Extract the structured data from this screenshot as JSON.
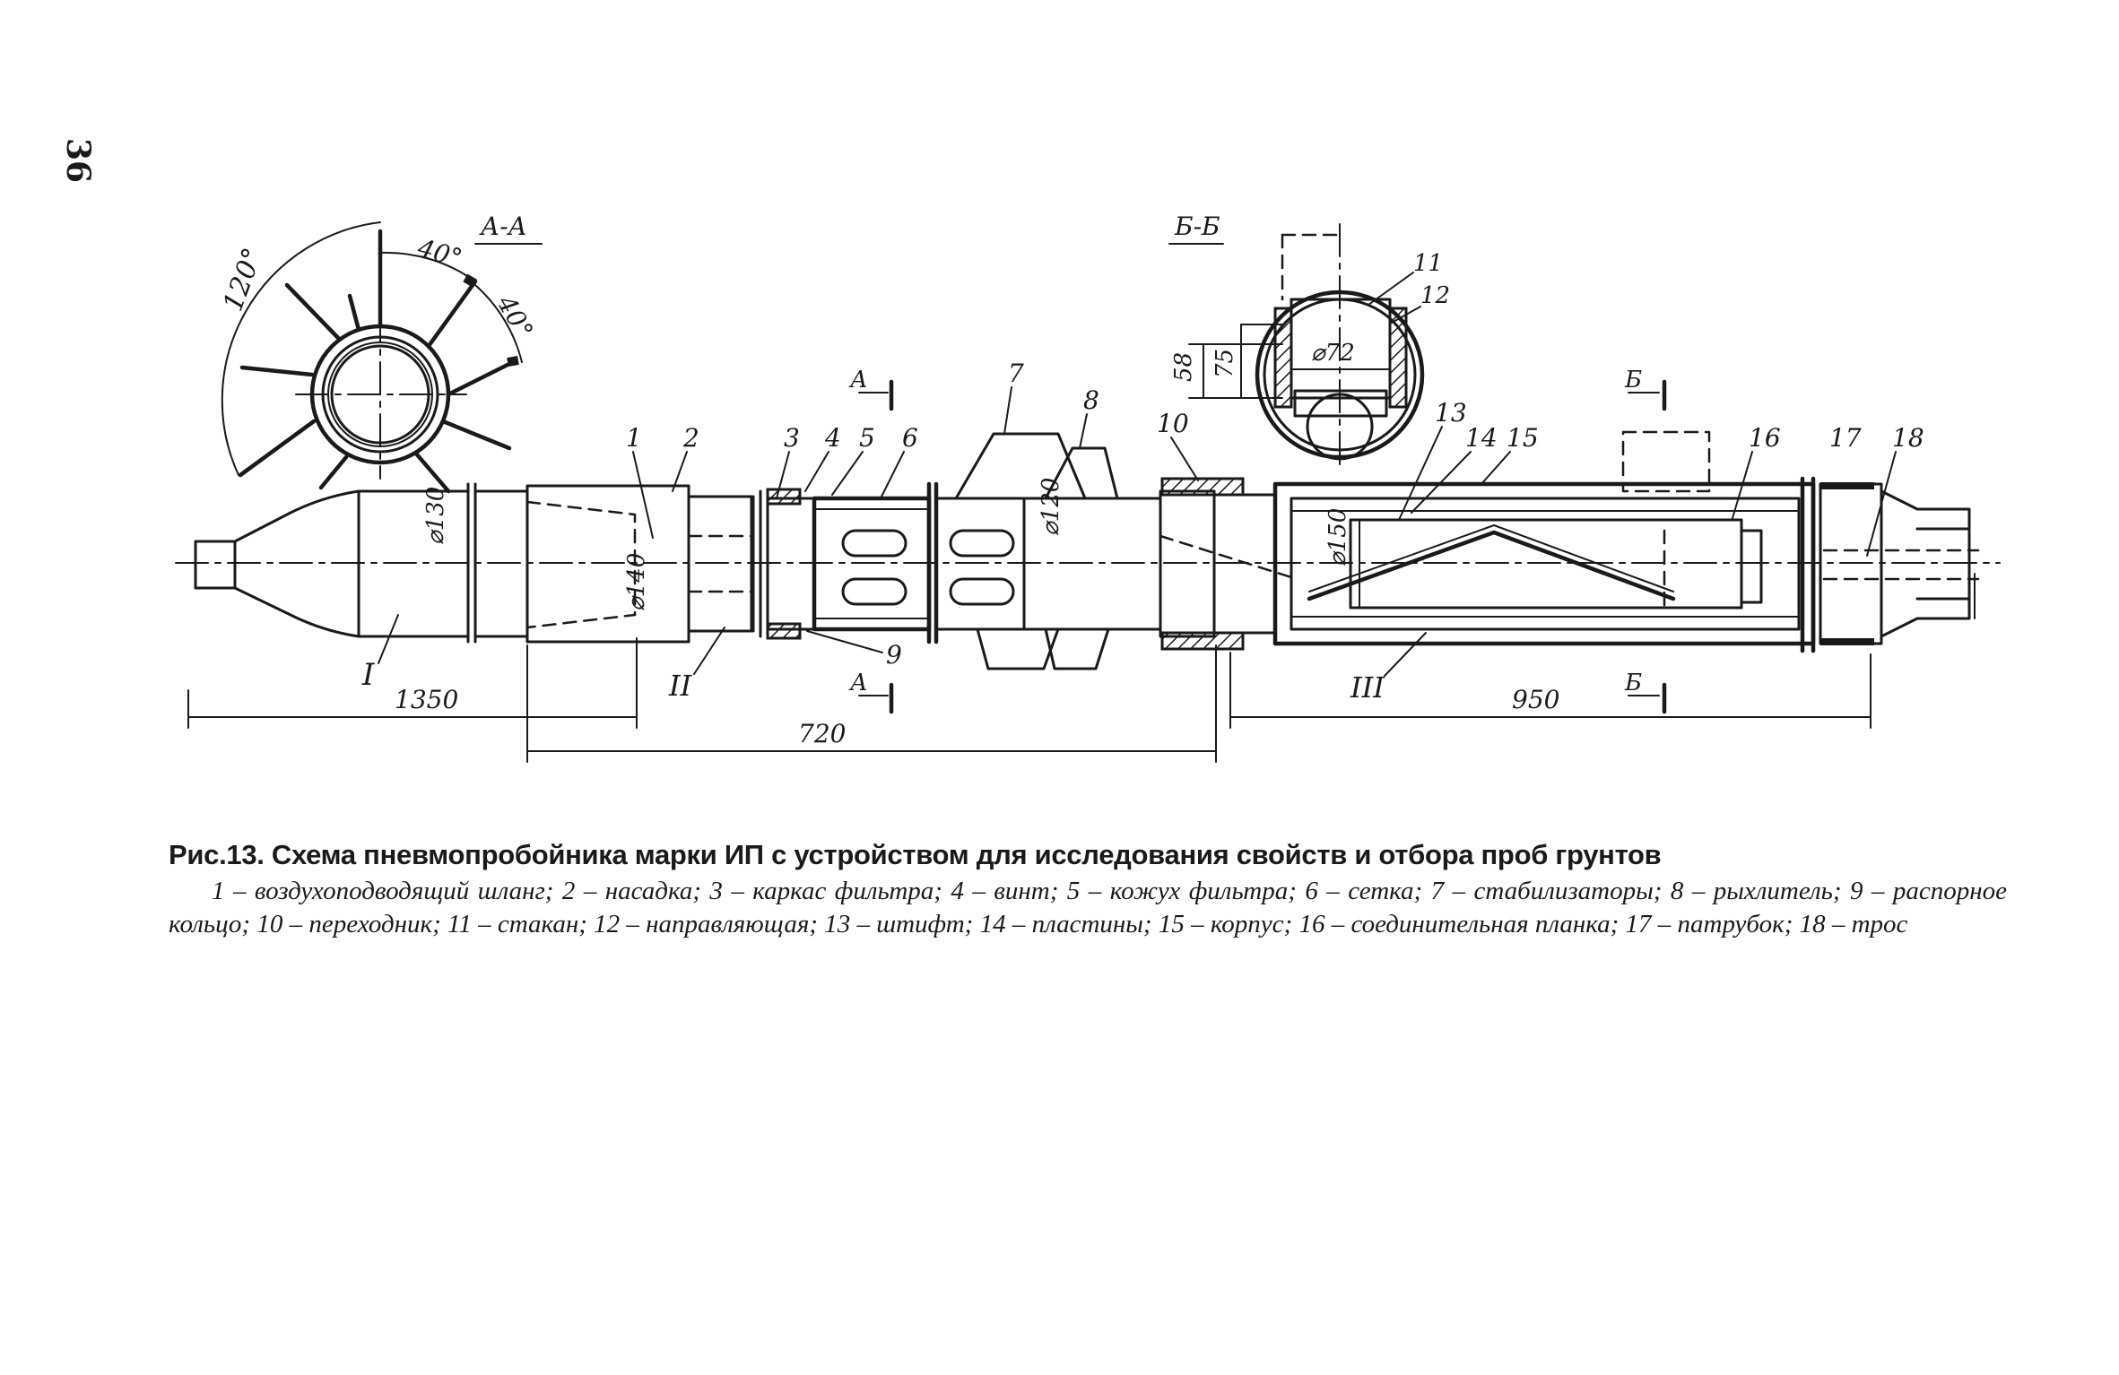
{
  "page_number": "36",
  "caption": {
    "title": "Рис.13. Схема пневмопробойника марки ИП с устройством для исследования свойств и отбора проб грунтов",
    "legend": "1 – воздухоподводящий шланг; 2 – насадка; 3 – каркас фильтра; 4 – винт; 5 – кожух фильтра; 6 – сетка; 7 – стабилизаторы; 8 – рыхлитель; 9 – распорное кольцо; 10 – переходник; 11 – стакан; 12 – направляющая; 13 – штифт; 14 – пластины; 15 – корпус; 16 – соединительная планка; 17 – патрубок; 18 – трос"
  },
  "drawing": {
    "section_aa": {
      "title": "А-А",
      "angle_120": "120°",
      "angle_40a": "40°",
      "angle_40b": "40°"
    },
    "section_bb": {
      "title": "Б-Б",
      "dim_58": "58",
      "dim_75": "75",
      "dia_72": "⌀72",
      "label_11": "11",
      "label_12": "12"
    },
    "cut_marks": {
      "a_top": "А",
      "a_bottom": "А",
      "b_top": "Б",
      "b_bottom": "Б"
    },
    "diameters": {
      "d130": "⌀130",
      "d140": "⌀140",
      "d120": "⌀120",
      "d150": "⌀150"
    },
    "dimensions": {
      "d1350": "1350",
      "d720": "720",
      "d950": "950"
    },
    "part_labels": [
      "1",
      "2",
      "3",
      "4",
      "5",
      "6",
      "7",
      "8",
      "9",
      "10",
      "13",
      "14",
      "15",
      "16",
      "17",
      "18"
    ],
    "zone_labels": [
      "I",
      "II",
      "III"
    ]
  }
}
